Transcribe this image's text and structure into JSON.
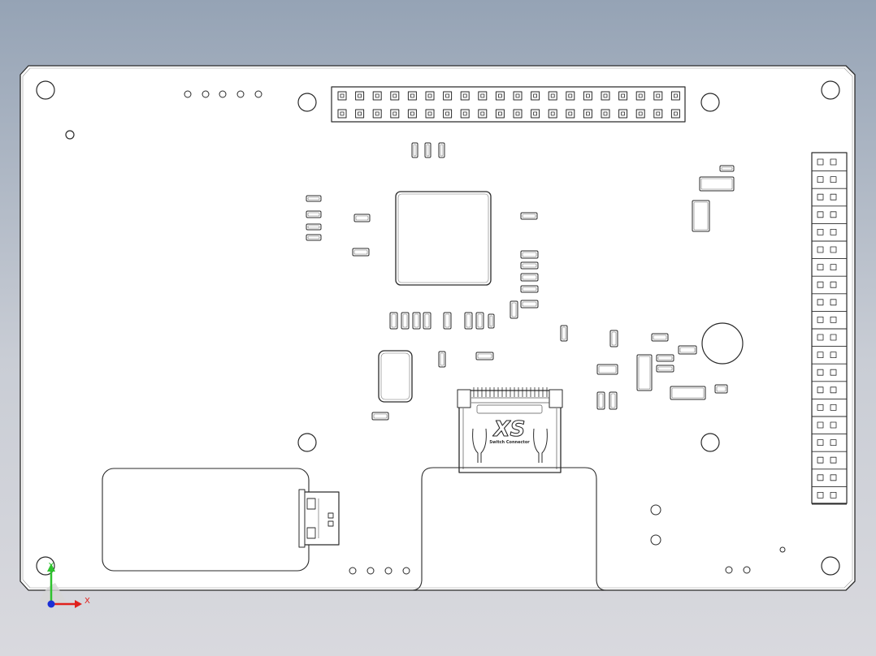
{
  "connector_logo": {
    "brand": "XS",
    "subtitle": "Switch Connector"
  },
  "triad": {
    "x_label": "X",
    "y_label": "Y",
    "x_color": "#e0201c",
    "y_color": "#2ec22e",
    "origin_color": "#1b2fd6"
  },
  "colors": {
    "board_fill": "#ffffff",
    "outline": "#2a2a2a"
  }
}
